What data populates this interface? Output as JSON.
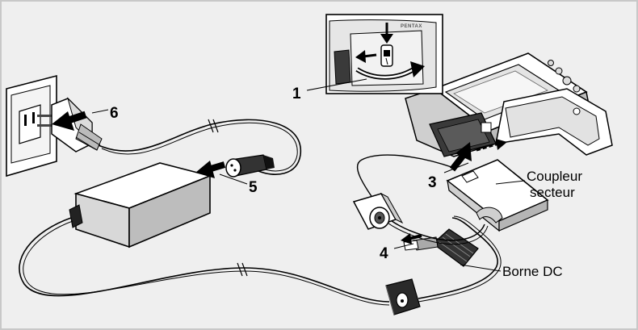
{
  "steps": {
    "s1": "1",
    "s3": "3",
    "s4": "4",
    "s5": "5",
    "s6": "6"
  },
  "labels": {
    "coupler_line1": "Coupleur",
    "coupler_line2": "secteur",
    "dc_terminal": "Borne DC"
  },
  "camera": {
    "brand_text": "PENTAX"
  },
  "colors": {
    "background": "#efefef",
    "frame": "#c8c8c8",
    "line": "#000000",
    "fill_light": "#ffffff",
    "fill_mid": "#c8c8c8",
    "fill_dark": "#555555",
    "fill_black": "#1a1a1a"
  }
}
